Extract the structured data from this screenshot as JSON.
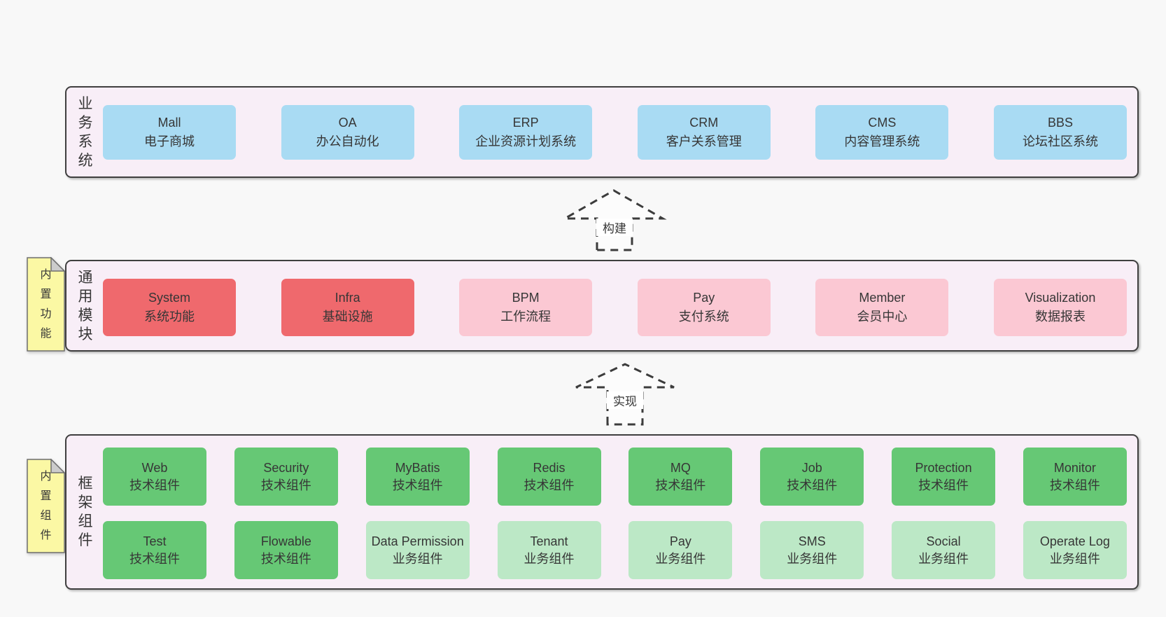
{
  "colors": {
    "page_bg": "#f8f8f8",
    "layer_bg": "#f8eef7",
    "layer_border": "#3f3f3f",
    "blue": "#a9dbf3",
    "red": "#ef696d",
    "pink": "#fbc8d3",
    "green": "#66c875",
    "light_green": "#bce8c6",
    "note_yellow": "#fbf8a4",
    "note_fold": "#cccccc",
    "text": "#363636"
  },
  "layers": [
    {
      "label": "业务系统",
      "boxes": [
        {
          "title": "Mall",
          "subtitle": "电子商城",
          "variant": "blue"
        },
        {
          "title": "OA",
          "subtitle": "办公自动化",
          "variant": "blue"
        },
        {
          "title": "ERP",
          "subtitle": "企业资源计划系统",
          "variant": "blue"
        },
        {
          "title": "CRM",
          "subtitle": "客户关系管理",
          "variant": "blue"
        },
        {
          "title": "CMS",
          "subtitle": "内容管理系统",
          "variant": "blue"
        },
        {
          "title": "BBS",
          "subtitle": "论坛社区系统",
          "variant": "blue"
        }
      ]
    },
    {
      "label": "通用模块",
      "tag": "内置功能",
      "boxes": [
        {
          "title": "System",
          "subtitle": "系统功能",
          "variant": "red"
        },
        {
          "title": "Infra",
          "subtitle": "基础设施",
          "variant": "red"
        },
        {
          "title": "BPM",
          "subtitle": "工作流程",
          "variant": "pink"
        },
        {
          "title": "Pay",
          "subtitle": "支付系统",
          "variant": "pink"
        },
        {
          "title": "Member",
          "subtitle": "会员中心",
          "variant": "pink"
        },
        {
          "title": "Visualization",
          "subtitle": "数据报表",
          "variant": "pink"
        }
      ]
    },
    {
      "label": "框架组件",
      "tag": "内置组件",
      "rows": [
        [
          {
            "title": "Web",
            "subtitle": "技术组件",
            "variant": "green"
          },
          {
            "title": "Security",
            "subtitle": "技术组件",
            "variant": "green"
          },
          {
            "title": "MyBatis",
            "subtitle": "技术组件",
            "variant": "green"
          },
          {
            "title": "Redis",
            "subtitle": "技术组件",
            "variant": "green"
          },
          {
            "title": "MQ",
            "subtitle": "技术组件",
            "variant": "green"
          },
          {
            "title": "Job",
            "subtitle": "技术组件",
            "variant": "green"
          },
          {
            "title": "Protection",
            "subtitle": "技术组件",
            "variant": "green"
          },
          {
            "title": "Monitor",
            "subtitle": "技术组件",
            "variant": "green"
          }
        ],
        [
          {
            "title": "Test",
            "subtitle": "技术组件",
            "variant": "green"
          },
          {
            "title": "Flowable",
            "subtitle": "技术组件",
            "variant": "green"
          },
          {
            "title": "Data Permission",
            "subtitle": "业务组件",
            "variant": "lgreen"
          },
          {
            "title": "Tenant",
            "subtitle": "业务组件",
            "variant": "lgreen"
          },
          {
            "title": "Pay",
            "subtitle": "业务组件",
            "variant": "lgreen"
          },
          {
            "title": "SMS",
            "subtitle": "业务组件",
            "variant": "lgreen"
          },
          {
            "title": "Social",
            "subtitle": "业务组件",
            "variant": "lgreen"
          },
          {
            "title": "Operate Log",
            "subtitle": "业务组件",
            "variant": "lgreen"
          }
        ]
      ]
    }
  ],
  "arrows": [
    {
      "label": "构建"
    },
    {
      "label": "实现"
    }
  ]
}
